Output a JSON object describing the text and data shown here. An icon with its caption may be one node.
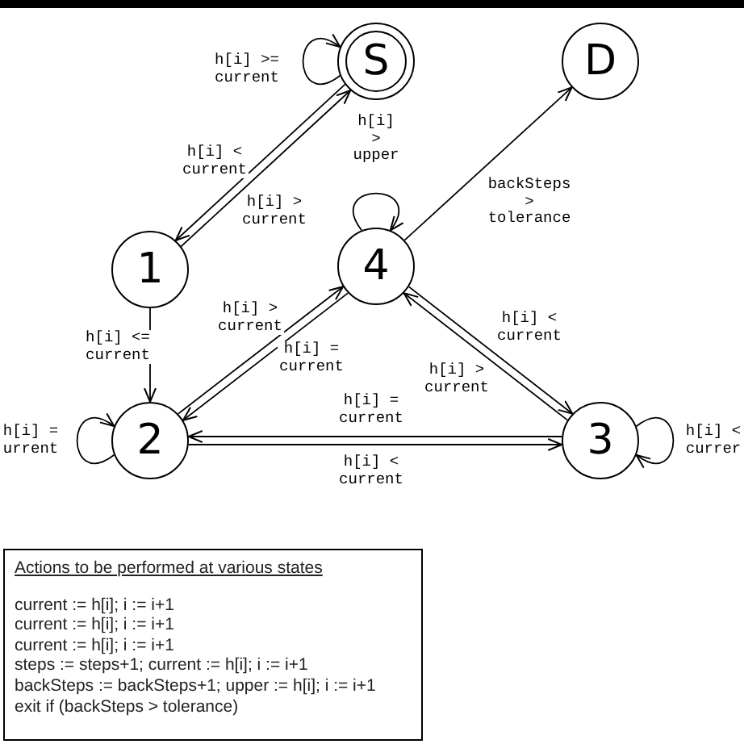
{
  "diagram": {
    "nodes": [
      {
        "text": [
          "S"
        ]
      },
      {
        "text": [
          "D"
        ]
      },
      {
        "text": [
          "1"
        ]
      },
      {
        "text": [
          "4"
        ]
      },
      {
        "text": [
          "2"
        ]
      },
      {
        "text": [
          "3"
        ]
      },
      {
        "text": [
          "Actions to be performed at various states",
          "current := h[i]; i := i+1",
          "current := h[i]; i := i+1",
          "current := h[i]; i := i+1",
          "steps := steps+1; current := h[i]; i := i+1",
          "backSteps := backSteps+1; upper := h[i]; i := i+1",
          "exit if (backSteps > tolerance)"
        ]
      }
    ],
    "edges": [
      {
        "from": 0,
        "to": 0,
        "arrow": "to",
        "label": "h[i] >= current"
      },
      {
        "from": 0,
        "to": 2,
        "arrow": "to",
        "label": "h[i] < current"
      },
      {
        "from": 2,
        "to": 0,
        "arrow": "to",
        "label": "h[i] > current"
      },
      {
        "from": 3,
        "to": 3,
        "arrow": "to",
        "label": "h[i] > upper"
      },
      {
        "from": 3,
        "to": 1,
        "arrow": "to",
        "label": "backSteps > tolerance"
      },
      {
        "from": 2,
        "to": 4,
        "arrow": "to",
        "label": "h[i] <= current"
      },
      {
        "from": 4,
        "to": 3,
        "arrow": "to",
        "label": "h[i] > current"
      },
      {
        "from": 3,
        "to": 4,
        "arrow": "to",
        "label": "h[i] = current"
      },
      {
        "from": 3,
        "to": 5,
        "arrow": "to",
        "label": "h[i] < current"
      },
      {
        "from": 5,
        "to": 3,
        "arrow": "to",
        "label": "h[i] > current"
      },
      {
        "from": 5,
        "to": 4,
        "arrow": "to",
        "label": "h[i] = current"
      },
      {
        "from": 4,
        "to": 5,
        "arrow": "to",
        "label": "h[i] < current"
      },
      {
        "from": 4,
        "to": 4,
        "arrow": "to",
        "label": "h[i] = urrent"
      },
      {
        "from": 5,
        "to": 5,
        "arrow": "to",
        "label": "h[i] < currer"
      }
    ]
  }
}
